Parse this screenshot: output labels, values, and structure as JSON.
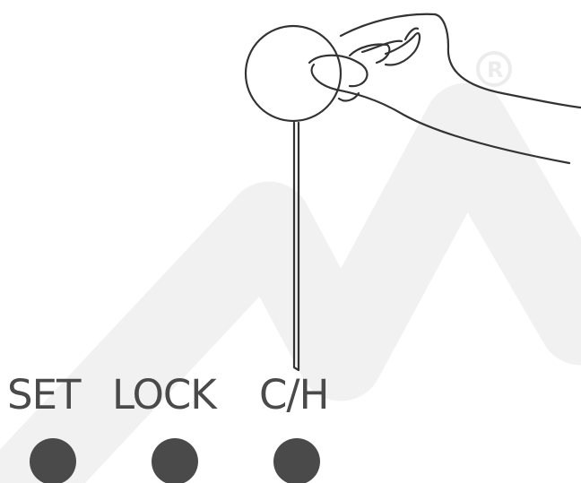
{
  "buttons": {
    "set": {
      "label": "SET"
    },
    "lock": {
      "label": "LOCK"
    },
    "ch": {
      "label": "C/H"
    }
  },
  "colors": {
    "button_fill": "#4a4a4a",
    "label_text": "#4a4a4a",
    "watermark": "#f2f2f2",
    "line_art": "#3a3a3a"
  },
  "icons": {
    "watermark": "brand-watermark-logo",
    "registered": "registered-trademark-icon",
    "hand": "hand-holding-pin-icon"
  }
}
